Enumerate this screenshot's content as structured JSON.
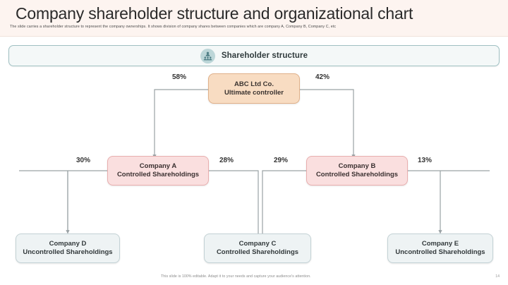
{
  "header": {
    "title": "Company shareholder structure and organizational chart",
    "subtitle": "The slide carries a shareholder structure to represent the company ownerships. It shows division of company shares between companies which are company A, Company B, Company C, etc",
    "band_color": "#fdf4f0"
  },
  "section": {
    "title": "Shareholder structure",
    "icon": "people-group-icon",
    "border_color": "#9fc0c2",
    "icon_bg": "#bcd6d8"
  },
  "chart_data": {
    "type": "diagram",
    "title": "Shareholder structure",
    "nodes": [
      {
        "id": "root",
        "line1": "ABC Ltd Co.",
        "line2": "Ultimate controller",
        "style": "root",
        "fill": "#f8dcc2",
        "border": "#e0b089"
      },
      {
        "id": "companyA",
        "line1": "Company A",
        "line2": "Controlled Shareholdings",
        "style": "controlled",
        "fill": "#fadfdf",
        "border": "#e8aeae"
      },
      {
        "id": "companyB",
        "line1": "Company B",
        "line2": "Controlled Shareholdings",
        "style": "controlled",
        "fill": "#fadfdf",
        "border": "#e8aeae"
      },
      {
        "id": "companyD",
        "line1": "Company D",
        "line2": "Uncontrolled Shareholdings",
        "style": "leaf",
        "fill": "#eef3f4",
        "border": "#c3d2d5"
      },
      {
        "id": "companyC",
        "line1": "Company C",
        "line2": "Controlled Shareholdings",
        "style": "leaf",
        "fill": "#eef3f4",
        "border": "#c3d2d5"
      },
      {
        "id": "companyE",
        "line1": "Company E",
        "line2": "Uncontrolled Shareholdings",
        "style": "leaf",
        "fill": "#eef3f4",
        "border": "#c3d2d5"
      }
    ],
    "edges": [
      {
        "from": "root",
        "to": "companyA",
        "label": "58%"
      },
      {
        "from": "root",
        "to": "companyB",
        "label": "42%"
      },
      {
        "from": "companyA",
        "to": "companyD",
        "label": "30%"
      },
      {
        "from": "companyA",
        "to": "companyC",
        "label": "28%"
      },
      {
        "from": "companyB",
        "to": "companyC",
        "label": "29%"
      },
      {
        "from": "companyB",
        "to": "companyE",
        "label": "13%"
      }
    ],
    "line_color": "#9aa2a5"
  },
  "footer": {
    "note": "This slide is 100% editable. Adapt it to your needs and capture your audience's attention.",
    "page": "14"
  }
}
